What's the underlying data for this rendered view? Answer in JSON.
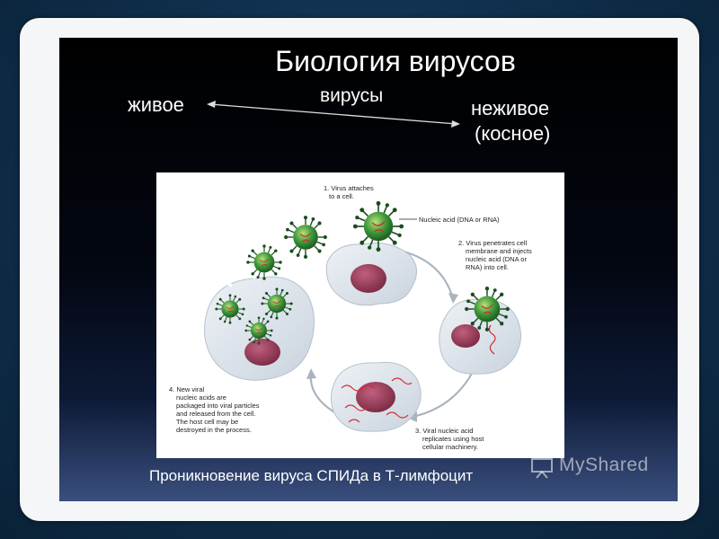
{
  "slide": {
    "title": "Биология вирусов",
    "living_label": "живое",
    "viruses_label": "вирусы",
    "nonliving_label": "неживое",
    "nonliving_sub": "(косное)",
    "caption": "Проникновение вируса  СПИДа  в  Т-лимфоцит"
  },
  "diagram": {
    "step1": [
      "1. Virus attaches",
      "to a cell."
    ],
    "nucleic_label": "Nucleic acid (DNA or RNA)",
    "step2": [
      "2. Virus penetrates cell",
      "membrane and injects",
      "nucleic acid (DNA or",
      "RNA) into cell."
    ],
    "step3": [
      "3. Viral nucleic acid",
      "replicates using host",
      "cellular machinery."
    ],
    "step4": [
      "4. New viral",
      "nucleic acids are",
      "packaged into viral particles",
      "and released from the cell.",
      "The host cell may be",
      "destroyed in the process."
    ]
  },
  "watermark": {
    "text": "MyShared",
    "icon": "presentation-board-icon"
  },
  "colors": {
    "virus": "#2e7d32",
    "virus_spike": "#1b4d1e",
    "nucleus": "#9c3d5a",
    "cell": "#dfe6ee",
    "rna": "#d8262e"
  }
}
